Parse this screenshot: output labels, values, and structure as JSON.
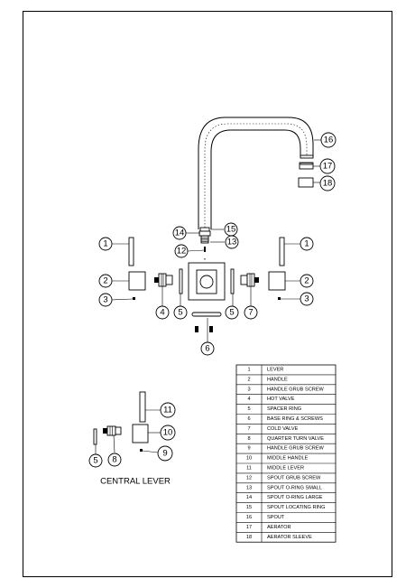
{
  "caption": "CENTRAL LEVER",
  "parts": [
    {
      "num": "1",
      "name": "LEVER"
    },
    {
      "num": "2",
      "name": "HANDLE"
    },
    {
      "num": "3",
      "name": "HANDLE GRUB SCREW"
    },
    {
      "num": "4",
      "name": "HOT VALVE"
    },
    {
      "num": "5",
      "name": "SPACER RING"
    },
    {
      "num": "6",
      "name": "BASE RING & SCREWS"
    },
    {
      "num": "7",
      "name": "COLD VALVE"
    },
    {
      "num": "8",
      "name": "QUARTER TURN VALVE"
    },
    {
      "num": "9",
      "name": "HANDLE GRUB SCREW"
    },
    {
      "num": "10",
      "name": "MIDDLE HANDLE"
    },
    {
      "num": "11",
      "name": "MIDDLE LEVER"
    },
    {
      "num": "12",
      "name": "SPOUT GRUB SCREW"
    },
    {
      "num": "13",
      "name": "SPOUT O-RING SMALL"
    },
    {
      "num": "14",
      "name": "SPOUT O-RING LARGE"
    },
    {
      "num": "15",
      "name": "SPOUT LOCATING RING"
    },
    {
      "num": "16",
      "name": "SPOUT"
    },
    {
      "num": "17",
      "name": "AERATOR"
    },
    {
      "num": "18",
      "name": "AERATOR SLEEVE"
    }
  ],
  "callouts": [
    "1",
    "2",
    "3",
    "4",
    "5",
    "6",
    "7",
    "8",
    "9",
    "10",
    "11",
    "12",
    "13",
    "14",
    "15",
    "16",
    "17",
    "18"
  ]
}
